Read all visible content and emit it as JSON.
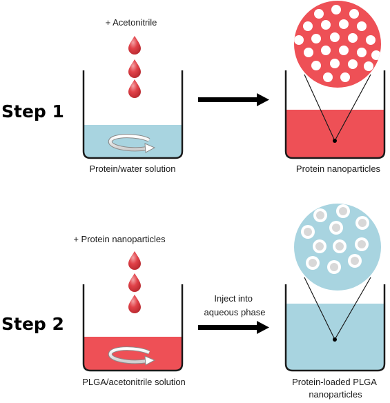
{
  "colors": {
    "water": "#a8d4e0",
    "protein": "#ee5056",
    "particle_core": "#d8d8d8",
    "particle_white": "#ffffff",
    "drop": "#d9363e",
    "outline": "#1a1a1a"
  },
  "steps": [
    {
      "label": "Step 1",
      "additive": "+ Acetonitrile",
      "left_beaker_label": "Protein/water solution",
      "arrow_label": [],
      "right_beaker_label": [
        "Protein nanoparticles"
      ]
    },
    {
      "label": "Step 2",
      "additive": "+ Protein nanoparticles",
      "left_beaker_label": "PLGA/acetonitrile solution",
      "arrow_label": [
        "Inject into",
        "aqueous phase"
      ],
      "right_beaker_label": [
        "Protein-loaded PLGA",
        "nanoparticles"
      ]
    }
  ],
  "icons": {
    "drop": "drop-icon",
    "stir": "stir-arrow-icon",
    "arrow": "right-arrow-icon",
    "zoom": "zoom-circle-icon"
  }
}
